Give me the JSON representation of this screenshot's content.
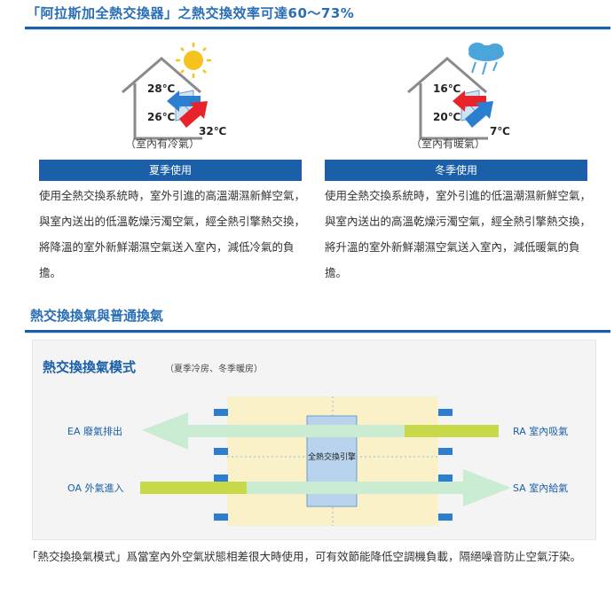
{
  "header1": {
    "title": "「阿拉斯加全熱交換器」之熱交換效率可達60～73%"
  },
  "summer": {
    "temp_in_top": "28℃",
    "temp_in_bottom": "26℃",
    "temp_out": "32℃",
    "caption": "（室內有冷氣）",
    "band": "夏季使用",
    "desc": "使用全熱交換系統時，室外引進的高溫潮濕新鮮空氣，與室內送出的低溫乾燥污濁空氣，經全熱引擎熱交換，將降溫的室外新鮮潮濕空氣送入室內，減低冷氣的負擔。"
  },
  "winter": {
    "temp_in_top": "16℃",
    "temp_in_bottom": "20℃",
    "temp_out": "7℃",
    "caption": "（室內有暖氣）",
    "band": "冬季使用",
    "desc": "使用全熱交換系統時，室外引進的低溫潮濕新鮮空氣，與室內送出的高溫乾燥污濁空氣，經全熱引擎熱交換，將升溫的室外新鮮潮濕空氣送入室內，減低暖氣的負擔。"
  },
  "header2": {
    "title": "熱交換換氣與普通換氣"
  },
  "mode": {
    "title": "熱交換換氣模式",
    "subtitle": "（夏季冷房、冬季暖房）",
    "ea": "EA 廢氣排出",
    "ra": "RA 室內吸氣",
    "oa": "OA 外氣進入",
    "sa": "SA 室內給氣",
    "engine": "全熱交換引擎"
  },
  "footer": {
    "text": "「熱交換換氣模式」爲當室內外空氣狀態相差很大時使用，可有效節能降低空調機負載，隔絕噪音防止空氣汙染。"
  },
  "colors": {
    "primary": "#1a5fa8",
    "warm": "#e8232a",
    "cool": "#2c7fd0",
    "box": "#fbf1c8",
    "outflow": "#c9ecd2",
    "inflow": "#c8d94a"
  },
  "icons": {
    "sun": "sun-icon",
    "cloud": "storm-cloud-icon",
    "house": "house-icon"
  }
}
